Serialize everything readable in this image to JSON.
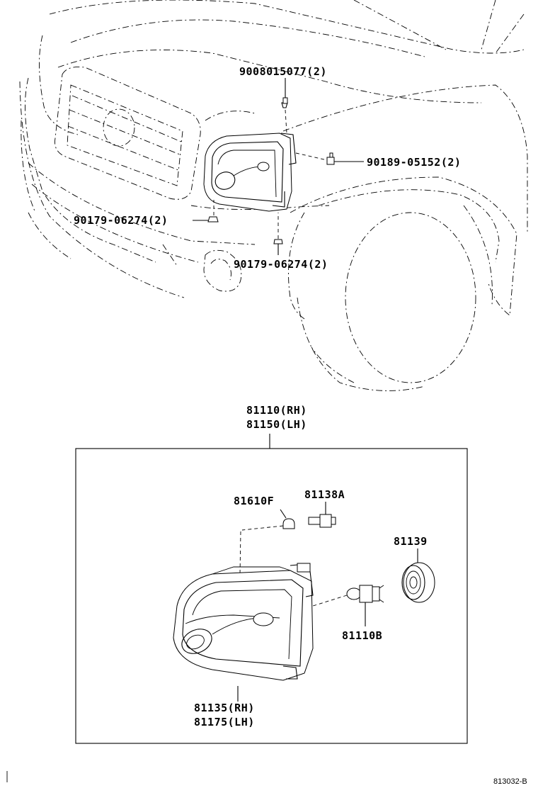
{
  "parts": {
    "bolt_top": "9008015077(2)",
    "clip_right": "90189-05152(2)",
    "nut_left": "90179-06274(2)",
    "nut_bottom": "90179-06274(2)",
    "assy_rh": "81110(RH)",
    "assy_lh": "81150(LH)",
    "socket": "81610F",
    "bulb_small": "81138A",
    "cover": "81139",
    "bulb_main": "81110B",
    "unit_rh": "81135(RH)",
    "unit_lh": "81175(LH)"
  },
  "figure_code": "813032-B"
}
